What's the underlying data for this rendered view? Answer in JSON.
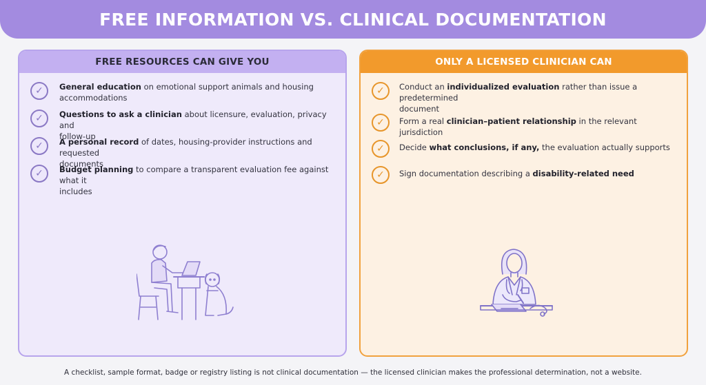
{
  "title": "FREE INFORMATION VS. CLINICAL DOCUMENTATION",
  "left": {
    "heading": "FREE RESOURCES CAN GIVE YOU",
    "items": [
      {
        "bold": "General education",
        "rest1": " on emotional support animals and housing",
        "line2": "accommodations"
      },
      {
        "bold": "Questions to ask a clinician",
        "rest1": " about licensure, evaluation, privacy and",
        "line2": "follow-up"
      },
      {
        "bold": "A personal record",
        "rest1": " of dates, housing-provider instructions and requested",
        "line2": "documents"
      },
      {
        "bold": "Budget planning",
        "rest1": " to compare a transparent evaluation fee against what it",
        "line2": "includes"
      }
    ]
  },
  "right": {
    "heading": "ONLY A LICENSED CLINICIAN CAN",
    "items": [
      {
        "pre": "Conduct an ",
        "bold": "individualized evaluation",
        "post": " rather than issue a predetermined",
        "line2": "document"
      },
      {
        "pre": "Form a real ",
        "bold": "clinician–patient relationship",
        "post": " in the relevant jurisdiction",
        "line2": ""
      },
      {
        "pre": "Decide ",
        "bold": "what conclusions, if any,",
        "post": " the evaluation actually supports",
        "line2": ""
      },
      {
        "pre": "Sign documentation describing a ",
        "bold": "disability-related need",
        "post": "",
        "line2": ""
      }
    ]
  },
  "check_glyph": "✓",
  "footer": "A checklist, sample format, badge or registry listing is not clinical documentation — the licensed clinician makes the professional determination, not a website.",
  "colors": {
    "banner": "#a38be0",
    "left_border": "#b7a4ec",
    "left_header": "#c3b0f1",
    "left_bg": "#efeafb",
    "right_border": "#f1a13d",
    "right_header": "#f29a2c",
    "right_bg": "#fdf1e3"
  },
  "icons": {
    "left_illustration": "person-at-laptop-with-dog-illustration",
    "right_illustration": "clinician-at-desk-illustration",
    "check": "check-circle-icon"
  }
}
